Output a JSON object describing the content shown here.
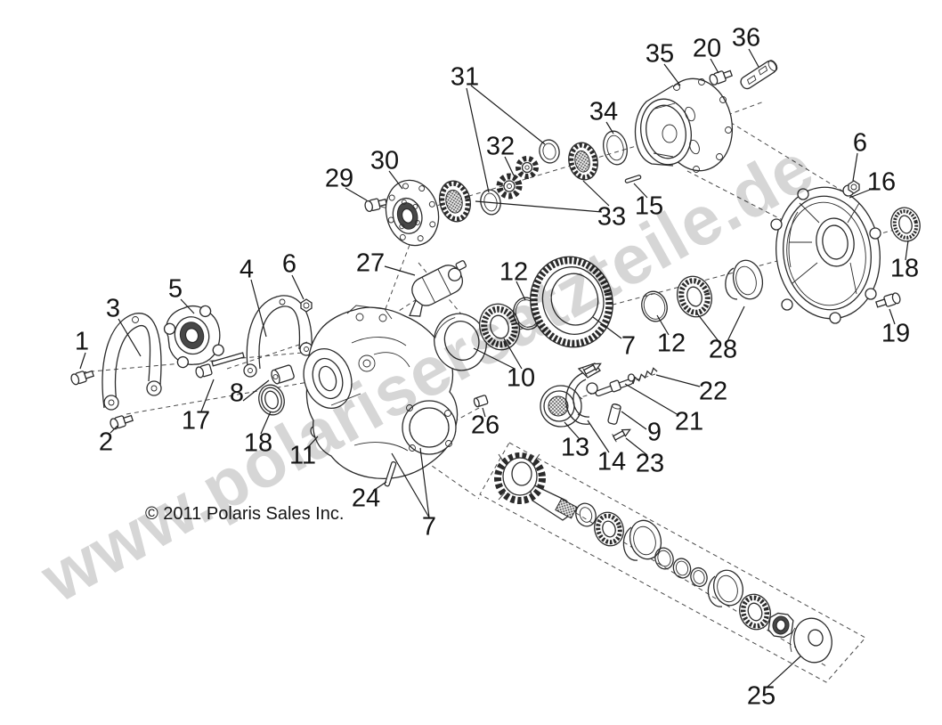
{
  "diagram": {
    "watermark": "www.polarisersatzteile.de",
    "copyright": "© 2011 Polaris Sales Inc.",
    "callouts": [
      {
        "label": "1"
      },
      {
        "label": "2"
      },
      {
        "label": "3"
      },
      {
        "label": "4"
      },
      {
        "label": "5"
      },
      {
        "label": "6"
      },
      {
        "label": "6"
      },
      {
        "label": "7"
      },
      {
        "label": "7"
      },
      {
        "label": "8"
      },
      {
        "label": "9"
      },
      {
        "label": "10"
      },
      {
        "label": "11"
      },
      {
        "label": "12"
      },
      {
        "label": "12"
      },
      {
        "label": "13"
      },
      {
        "label": "14"
      },
      {
        "label": "15"
      },
      {
        "label": "16"
      },
      {
        "label": "17"
      },
      {
        "label": "18"
      },
      {
        "label": "18"
      },
      {
        "label": "19"
      },
      {
        "label": "20"
      },
      {
        "label": "21"
      },
      {
        "label": "22"
      },
      {
        "label": "23"
      },
      {
        "label": "24"
      },
      {
        "label": "25"
      },
      {
        "label": "26"
      },
      {
        "label": "27"
      },
      {
        "label": "28"
      },
      {
        "label": "29"
      },
      {
        "label": "30"
      },
      {
        "label": "31"
      },
      {
        "label": "32"
      },
      {
        "label": "33"
      },
      {
        "label": "34"
      },
      {
        "label": "35"
      },
      {
        "label": "36"
      }
    ]
  }
}
